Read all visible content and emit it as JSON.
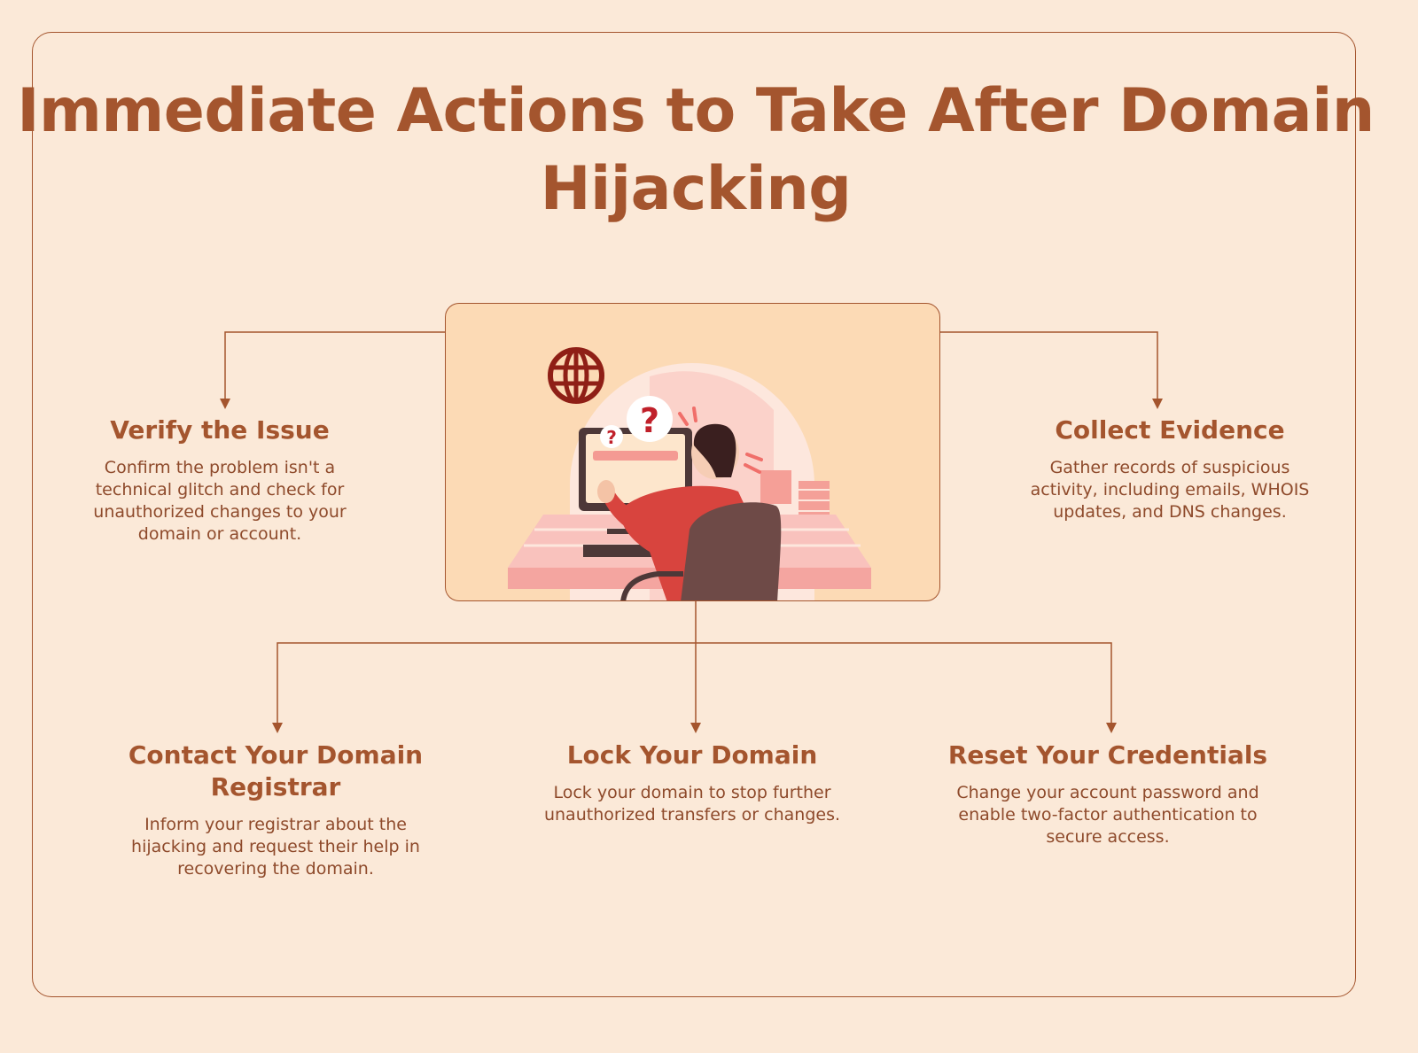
{
  "title": "Immediate Actions to Take After Domain Hijacking",
  "colors": {
    "accent": "#a4552e",
    "background": "#fbe9d8",
    "illustration_bg": "#fcdab5"
  },
  "illustration": {
    "icons": [
      "globe-icon",
      "question-bubble-icon",
      "computer-user-icon"
    ]
  },
  "steps": {
    "verify": {
      "title": "Verify the Issue",
      "text": "Confirm the problem isn't a technical glitch and check for unauthorized changes to your domain or account."
    },
    "collect": {
      "title": "Collect Evidence",
      "text": "Gather records of suspicious activity, including emails, WHOIS updates, and DNS changes."
    },
    "contact": {
      "title": "Contact Your Domain Registrar",
      "text": "Inform your registrar about the hijacking and request their help in recovering the domain."
    },
    "lock": {
      "title": "Lock Your Domain",
      "text": "Lock your domain to stop further unauthorized transfers or changes."
    },
    "reset": {
      "title": "Reset Your Credentials",
      "text": "Change your account password and enable two-factor authentication to secure access."
    }
  }
}
